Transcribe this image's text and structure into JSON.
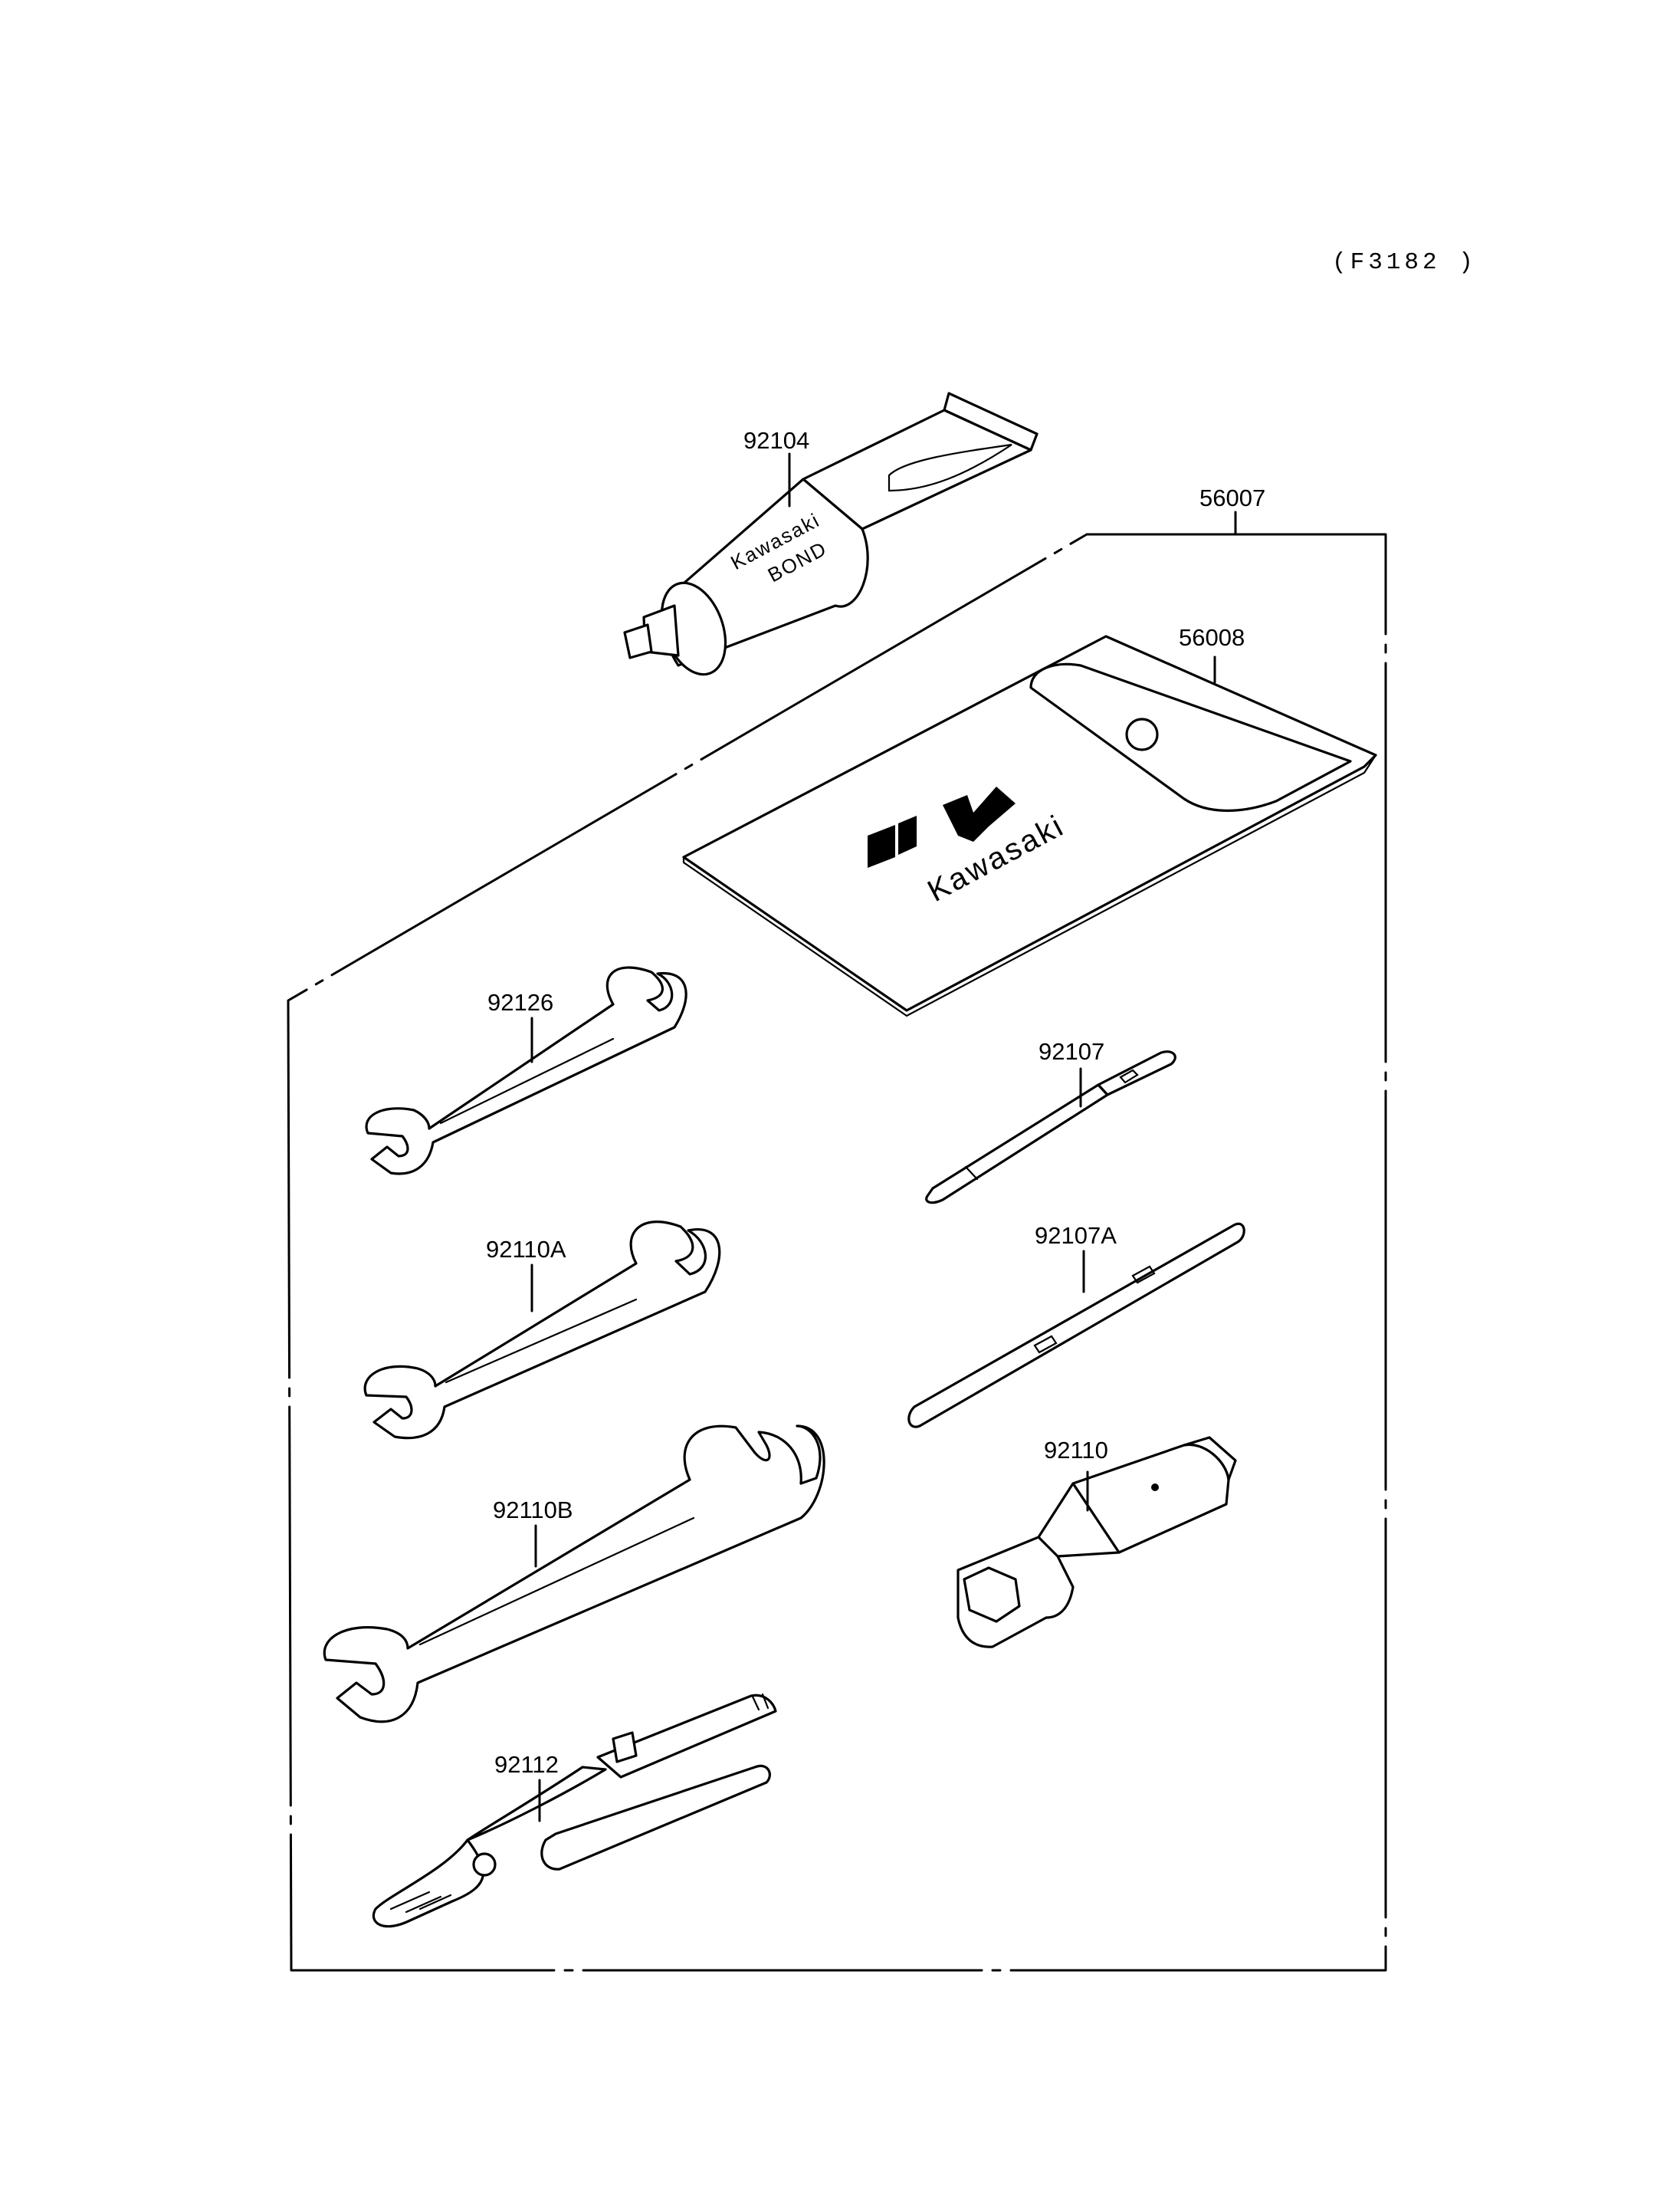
{
  "diagram": {
    "reference": "(F3182 )",
    "parts": [
      {
        "id": "p-92104",
        "label": "92104"
      },
      {
        "id": "p-56007",
        "label": "56007"
      },
      {
        "id": "p-56008",
        "label": "56008"
      },
      {
        "id": "p-92126",
        "label": "92126"
      },
      {
        "id": "p-92107",
        "label": "92107"
      },
      {
        "id": "p-92110A",
        "label": "92110A"
      },
      {
        "id": "p-92107A",
        "label": "92107A"
      },
      {
        "id": "p-92110B",
        "label": "92110B"
      },
      {
        "id": "p-92110",
        "label": "92110"
      },
      {
        "id": "p-92112",
        "label": "92112"
      }
    ],
    "tube_print": [
      "Kawasaki",
      "BOND"
    ],
    "pouch_print": "Kawasaki"
  }
}
